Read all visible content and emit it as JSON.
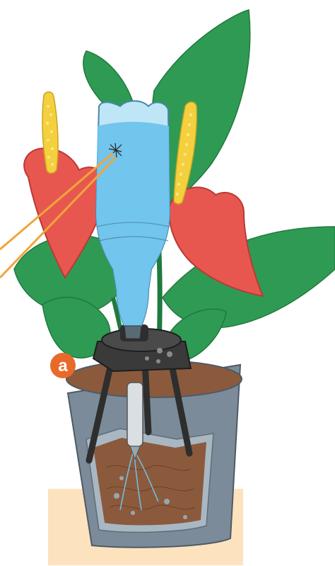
{
  "callout": {
    "label": "a"
  },
  "colors": {
    "leaf": "#2f9a54",
    "leaf_dark": "#1f7a3e",
    "flower": "#e8574f",
    "flower_dark": "#b93a35",
    "spadix": "#f4d03f",
    "water": "#6ec3ec",
    "bottle": "#bfe6f7",
    "pot": "#7c8b99",
    "pot_light": "#a9b7c3",
    "soil": "#8b5a3c",
    "base_pad": "#fde3bd",
    "badge": "#e86a2b",
    "cone": "#f1a53c"
  },
  "icons": {
    "callout_badge": "circle-letter-badge",
    "entry_point": "star-puncture-mark"
  }
}
